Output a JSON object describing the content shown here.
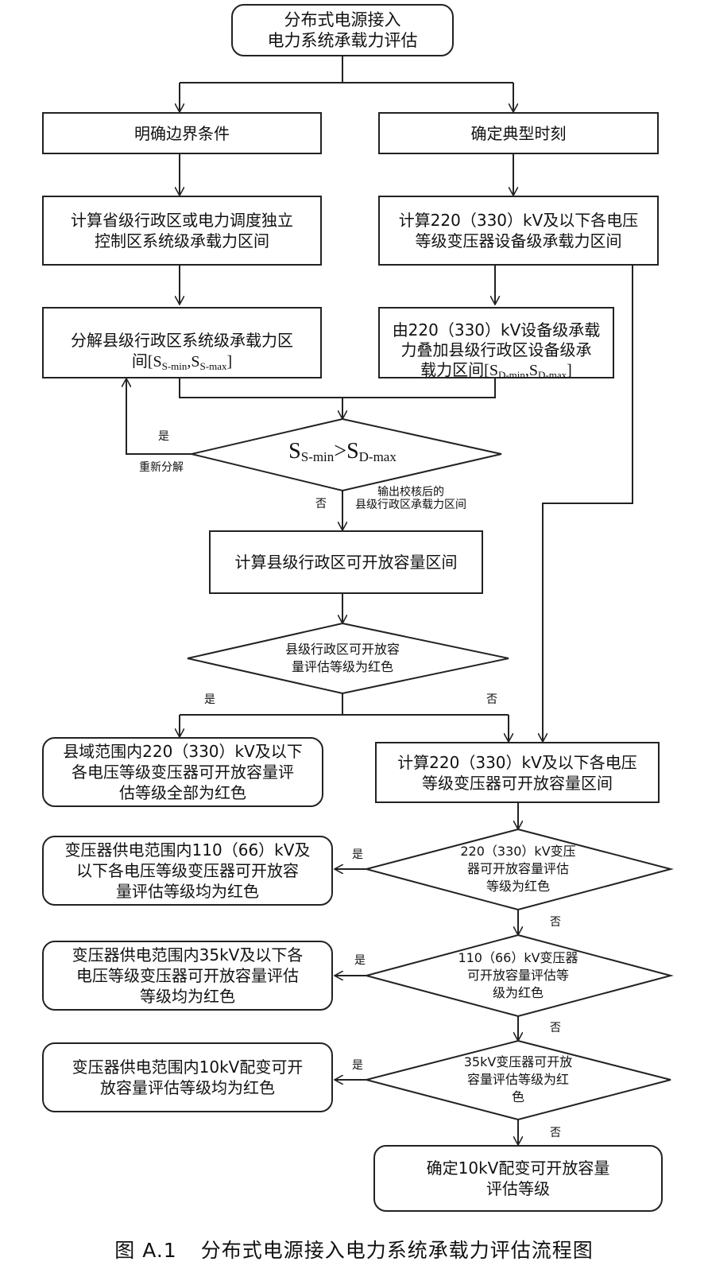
{
  "diagram": {
    "nodes": {
      "start": "分布式电源接入\n电力系统承载力评估",
      "boundary": "明确边界条件",
      "typical_time": "确定典型时刻",
      "province_calc": "计算省级行政区或电力调度独立\n控制区系统级承载力区间",
      "device_calc": "计算220（330）kV及以下各电压\n等级变压器设备级承载力区间",
      "county_decompose": "分解县级行政区系统级承载力区\n间",
      "county_device": "由220（330）kV设备级承载\n力叠加县级行政区设备级承\n载力区间",
      "compare_decision": "",
      "county_capacity": "计算县级行政区可开放容量区间",
      "county_red_decision": "县级行政区可开放容\n量评估等级为红色",
      "county_all_red": "县域范围内220（330）kV及以下\n各电压等级变压器可开放容量评\n估等级全部为红色",
      "transformer_capacity": "计算220（330）kV及以下各电压\n等级变压器可开放容量区间",
      "d220_decision": "220（330）kV变压\n器可开放容量评估\n等级为红色",
      "r110_red": "变压器供电范围内110（66）kV及\n以下各电压等级变压器可开放容\n量评估等级均为红色",
      "d110_decision": "110（66）kV变压器\n可开放容量评估等\n级为红色",
      "r35_red": "变压器供电范围内35kV及以下各\n电压等级变压器可开放容量评估\n等级均为红色",
      "d35_decision": "35kV变压器可开放\n容量评估等级为红\n色",
      "r10_red": "变压器供电范围内10kV配变可开\n放容量评估等级均为红色",
      "final": "确定10kV配变可开放容量\n评估等级"
    },
    "symbols": {
      "s_s_min": {
        "base": "S",
        "sub": "S-min"
      },
      "s_s_max": {
        "base": "S",
        "sub": "S-max"
      },
      "s_d_min": {
        "base": "S",
        "sub": "D-min"
      },
      "s_d_max": {
        "base": "S",
        "sub": "D-max"
      },
      "greater_than": ">",
      "open_bracket": "[",
      "close_bracket": "]",
      "comma": ","
    },
    "labels": {
      "yes": "是",
      "no": "否",
      "redecompose": "重新分解",
      "output_checked": "输出校核后的\n县级行政区承载力区间"
    },
    "caption": {
      "number": "图 A.1",
      "title": "分布式电源接入电力系统承载力评估流程图"
    },
    "colors": {
      "line": "#222222",
      "text": "#111111",
      "background": "#ffffff"
    }
  }
}
